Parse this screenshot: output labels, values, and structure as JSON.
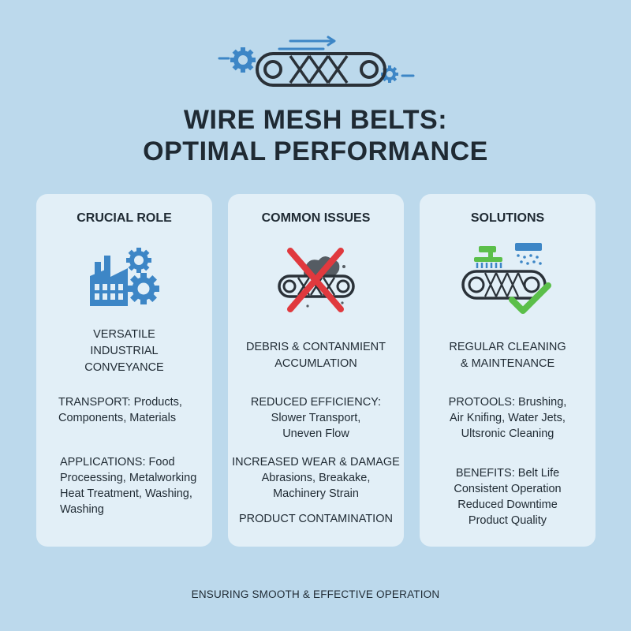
{
  "header": {
    "title_line1": "WIRE MESH BELTS:",
    "title_line2": "OPTIMAL PERFORMANCE",
    "icon": "conveyor-belt-icon"
  },
  "cards": [
    {
      "title": "CRUCIAL ROLE",
      "icon": "factory-gears-icon",
      "subtitle_lines": [
        "VERSATILE",
        "INDUSTRIAL",
        "CONVEYANCE"
      ],
      "transport_label": "TRANSPORT:",
      "transport_lines": [
        "Products,",
        "Components, Materials"
      ],
      "applications_label": "APPLICATIONS:",
      "applications_lines": [
        "Food",
        "Proceessing, Metalworking",
        "Heat Treatment, Washing,",
        "Washing"
      ]
    },
    {
      "title": "COMMON ISSUES",
      "icon": "blocked-belt-icon",
      "subtitle_lines": [
        "DEBRIS & CONTANMIENT",
        "ACCUMLATION"
      ],
      "efficiency_title": "REDUCED EFFICIENCY:",
      "efficiency_lines": [
        "Slower Transport,",
        "Uneven Flow"
      ],
      "wear_title": "INCREASED WEAR & DAMAGE",
      "wear_lines": [
        "Abrasions, Breakake,",
        "Machinery Strain"
      ],
      "contamination": "PRODUCT CONTAMINATION"
    },
    {
      "title": "SOLUTIONS",
      "icon": "cleaning-belt-check-icon",
      "subtitle_lines": [
        "REGULAR CLEANING",
        "& MAINTENANCE"
      ],
      "protocols_label": "PROTOOLS:",
      "protocols_lines": [
        "Brushing,",
        "Air Knifing, Water Jets,",
        "Ultsronic Cleaning"
      ],
      "benefits_label": "BENEFITS:",
      "benefits_lines": [
        "Belt Life",
        "Consistent Operation",
        "Reduced Downtime",
        "Product Quality"
      ]
    }
  ],
  "footer": "ENSURING SMOOTH & EFFECTIVE OPERATION",
  "colors": {
    "background": "#bcd9ec",
    "card": "#e2eff7",
    "accent_blue": "#3d86c6",
    "dark": "#2a3138",
    "red": "#e0393e",
    "green": "#5bbf4a"
  }
}
